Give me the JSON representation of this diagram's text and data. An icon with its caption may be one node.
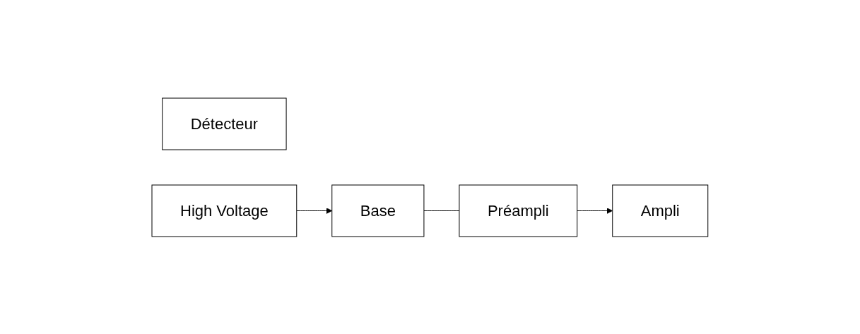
{
  "diagram": {
    "nodes": [
      {
        "text": [
          "Détecteur"
        ]
      },
      {
        "text": [
          "Base"
        ]
      },
      {
        "text": [
          "Préampli"
        ]
      },
      {
        "text": [
          "Ampli"
        ]
      },
      {
        "text": [
          "High Voltage"
        ]
      }
    ],
    "edges": [
      {
        "from": 1,
        "to": 2,
        "arrow": "none"
      },
      {
        "from": 2,
        "to": 3,
        "arrow": "to"
      },
      {
        "from": 4,
        "to": 1,
        "arrow": "to"
      }
    ]
  }
}
